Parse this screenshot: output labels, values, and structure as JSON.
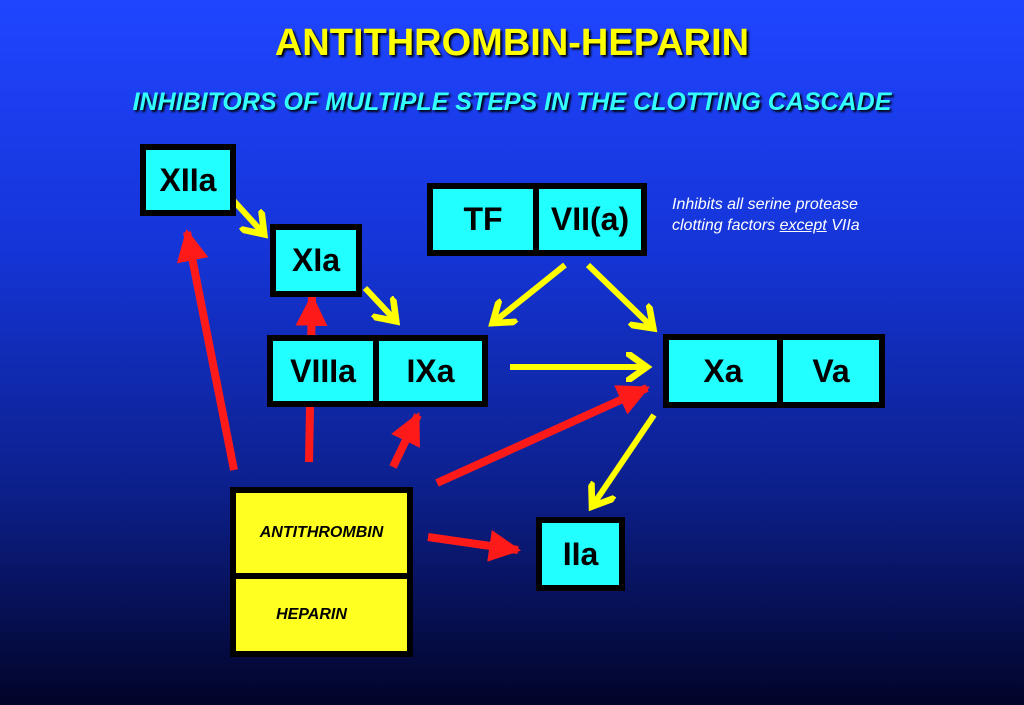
{
  "title": "ANTITHROMBIN-HEPARIN",
  "subtitle": "INHIBITORS OF MULTIPLE STEPS IN THE CLOTTING CASCADE",
  "factors": {
    "xiia": "XIIa",
    "xia": "XIa",
    "viiia": "VIIIa",
    "ixa": "IXa",
    "tf": "TF",
    "vii": "VII(a)",
    "xa": "Xa",
    "va": "Va",
    "iia": "IIa"
  },
  "inhibitor": {
    "antithrombin": "ANTITHROMBIN",
    "heparin": "HEPARIN"
  },
  "note": {
    "line1": "Inhibits all serine protease",
    "line2_prefix": "clotting factors ",
    "line2_emph": "except",
    "line2_suffix": " VIIa"
  },
  "colors": {
    "box_fill": "#22ffff",
    "inhibitor_fill": "#ffff22",
    "activation_arrow": "#ffff00",
    "inhibition_arrow": "#ff1a1a"
  }
}
